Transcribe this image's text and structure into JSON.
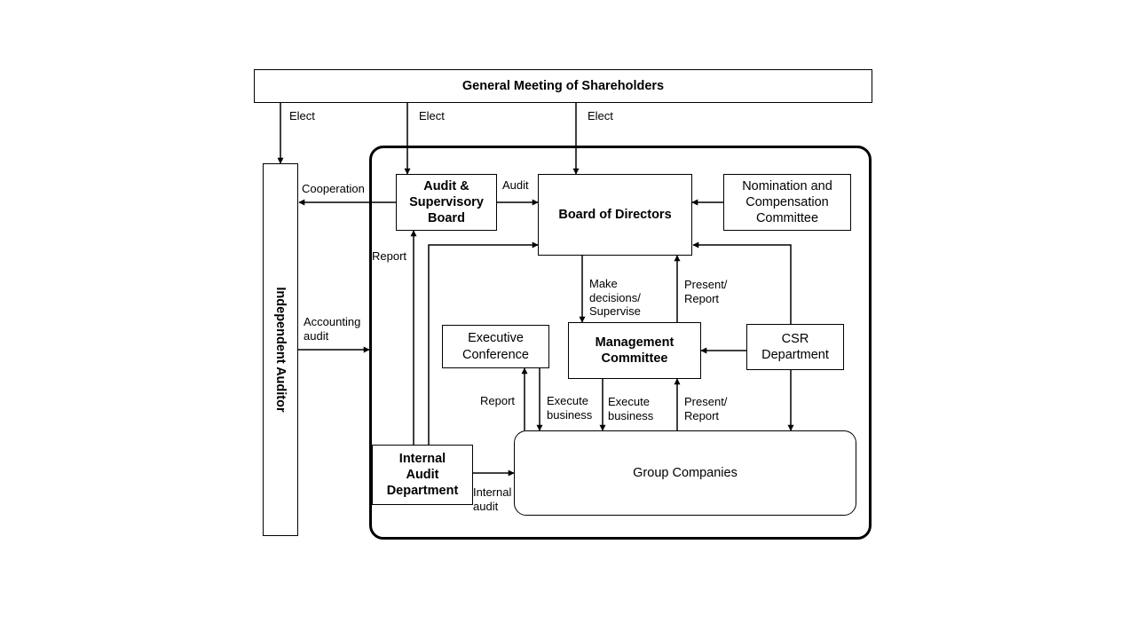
{
  "nodes": {
    "shareholders": "General Meeting of Shareholders",
    "independent_auditor": "Independent Auditor",
    "audit_board": "Audit &\nSupervisory\nBoard",
    "board_of_directors": "Board of Directors",
    "nomination": "Nomination and\nCompensation\nCommittee",
    "executive_conference": "Executive\nConference",
    "management_committee": "Management\nCommittee",
    "csr": "CSR\nDepartment",
    "internal_audit": "Internal\nAudit\nDepartment",
    "group_companies": "Group Companies"
  },
  "labels": {
    "elect_1": "Elect",
    "elect_2": "Elect",
    "elect_3": "Elect",
    "cooperation": "Cooperation",
    "audit": "Audit",
    "report_left": "Report",
    "accounting_audit": "Accounting\naudit",
    "make_decisions": "Make\ndecisions/\nSupervise",
    "present_report_top": "Present/\nReport",
    "report_mid": "Report",
    "execute_business_1": "Execute\nbusiness",
    "execute_business_2": "Execute\nbusiness",
    "present_report_bottom": "Present/\nReport",
    "internal_audit_label": "Internal\naudit"
  }
}
